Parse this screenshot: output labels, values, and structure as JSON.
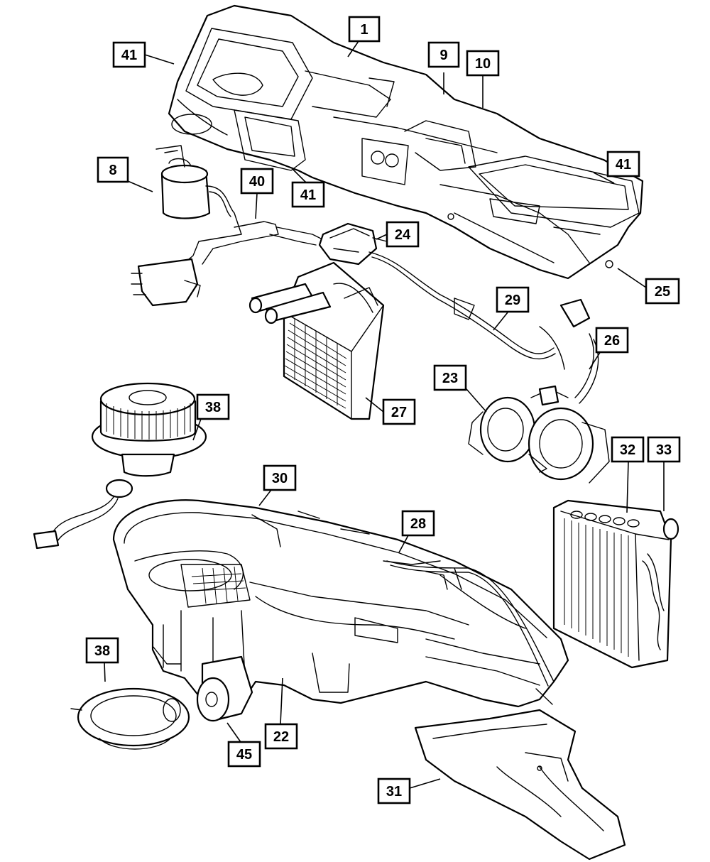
{
  "callouts": {
    "c1": "1",
    "c41a": "41",
    "c9": "9",
    "c10": "10",
    "c8": "8",
    "c40": "40",
    "c41b": "41",
    "c41c": "41",
    "c24": "24",
    "c25": "25",
    "c29": "29",
    "c26": "26",
    "c23": "23",
    "c27": "27",
    "c38a": "38",
    "c30": "30",
    "c32": "32",
    "c33": "33",
    "c28": "28",
    "c38b": "38",
    "c22": "22",
    "c45": "45",
    "c31": "31"
  }
}
